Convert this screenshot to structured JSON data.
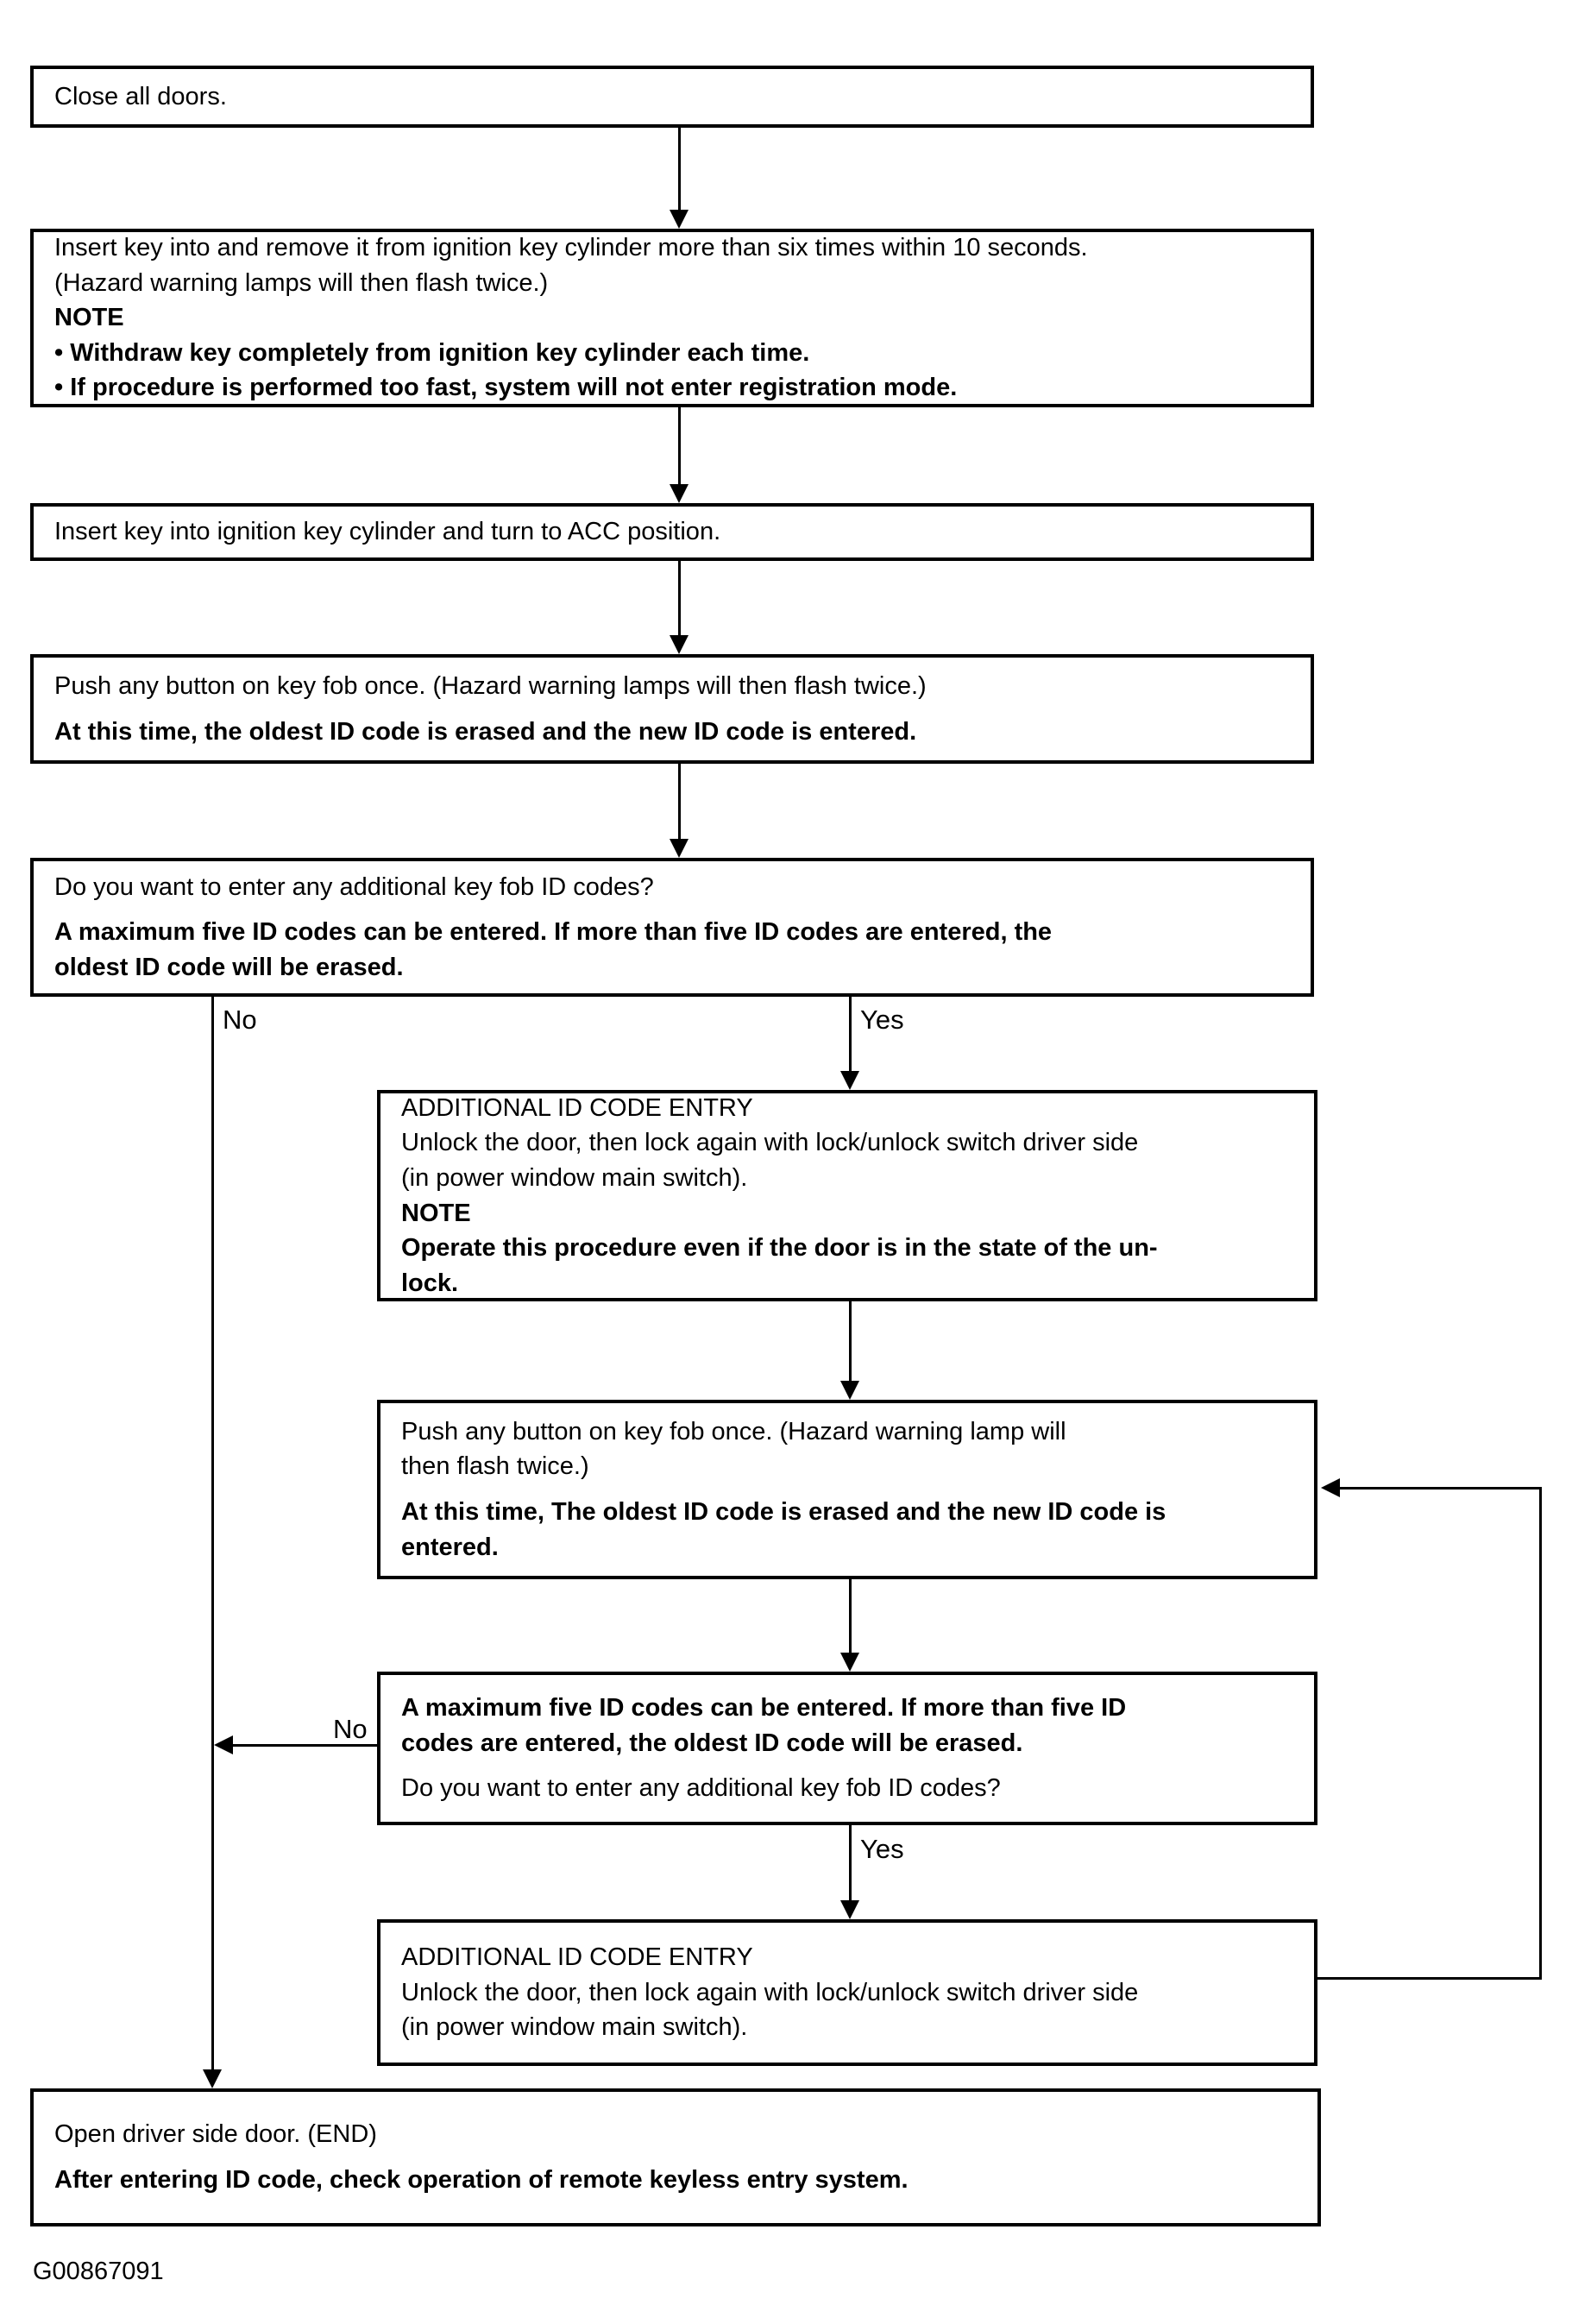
{
  "figure_code": "G00867091",
  "branch_labels": {
    "no_1": "No",
    "yes_1": "Yes",
    "no_2": "No",
    "yes_2": "Yes"
  },
  "boxes": {
    "close_doors": {
      "l1": "Close all doors."
    },
    "insert_remove_key": {
      "l1": "Insert key into and remove it from ignition key cylinder more than six times within 10 seconds.",
      "l2": "(Hazard warning lamps will then flash twice.)",
      "l3": "NOTE",
      "l4": "• Withdraw key completely from ignition key cylinder each time.",
      "l5": "• If procedure is performed too fast, system will not enter registration mode."
    },
    "key_to_acc": {
      "l1": "Insert key into ignition key cylinder and turn to ACC position."
    },
    "push_button_first": {
      "l1": "Push any button on key fob once. (Hazard warning lamps will then flash twice.)",
      "l2": "At this time, the oldest ID code is erased and the new ID code is entered."
    },
    "additional_codes_question_1": {
      "l1": "Do you want to enter any additional key fob ID codes?",
      "l2": "A maximum five ID codes can be entered. If more than five ID codes are entered, the",
      "l3": "oldest ID code will be erased."
    },
    "additional_entry_1": {
      "l1": "ADDITIONAL ID CODE ENTRY",
      "l2": "Unlock the door, then lock again with lock/unlock switch driver side",
      "l3": "(in power window main switch).",
      "l4": "NOTE",
      "l5": "Operate this procedure even if the door is in the state of the un-",
      "l6": "lock."
    },
    "push_button_second": {
      "l1": "Push any button on key fob once. (Hazard warning lamp will",
      "l2": "then flash twice.)",
      "l3": "At this time, The oldest ID code is erased and the new ID code is",
      "l4": "entered."
    },
    "additional_codes_question_2": {
      "l1": "A maximum five ID codes can be entered. If more than five ID",
      "l2": "codes are entered, the oldest ID code will be erased.",
      "l3": "Do you want to enter any additional key fob ID codes?"
    },
    "additional_entry_2": {
      "l1": "ADDITIONAL ID CODE ENTRY",
      "l2": "Unlock the door, then lock again with lock/unlock switch driver side",
      "l3": "(in power window main switch)."
    },
    "open_door_end": {
      "l1": "Open driver side door. (END)",
      "l2": "After entering ID code, check operation of remote keyless entry system."
    }
  }
}
